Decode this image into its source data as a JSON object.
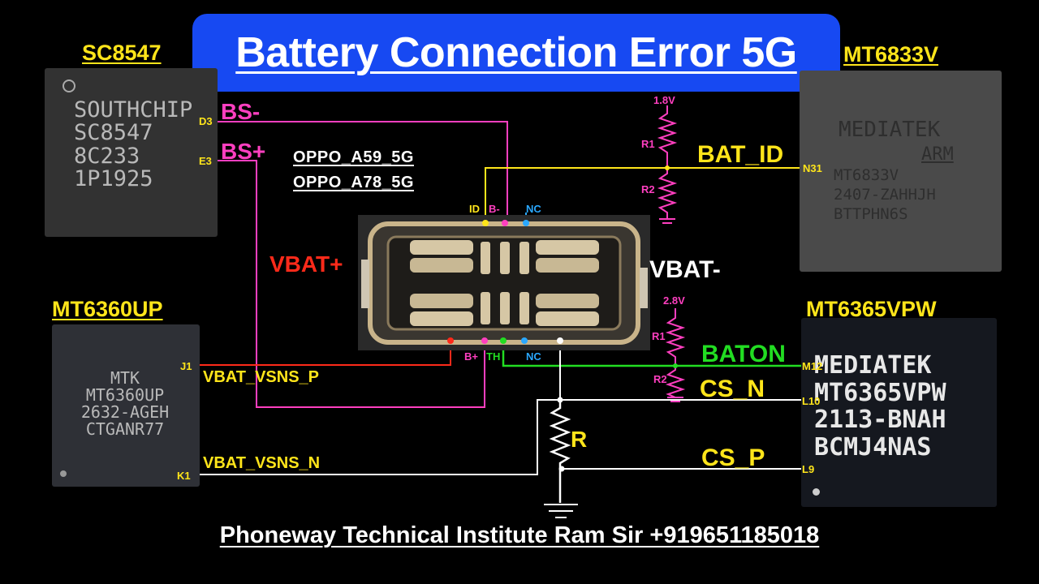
{
  "title": "Battery Connection Error 5G",
  "footer": "Phoneway Technical Institute Ram Sir +919651185018",
  "models": [
    "OPPO_A59_5G",
    "OPPO_A78_5G"
  ],
  "chips": {
    "sc8547": {
      "label": "SC8547",
      "marking": [
        "SOUTHCHIP",
        "SC8547",
        "8C233",
        "1P1925"
      ],
      "pins": [
        "D3",
        "E3"
      ]
    },
    "mt6833v": {
      "label": "MT6833V",
      "marking": [
        "MEDIATEK",
        "ARM",
        "MT6833V",
        "2407-ZAHHJH",
        "BTTPHN6S"
      ],
      "pins": [
        "N31"
      ]
    },
    "mt6360up": {
      "label": "MT6360UP",
      "marking": [
        "MTK",
        "MT6360UP",
        "2632-AGEH",
        "CTGANR77"
      ],
      "pins": [
        "J1",
        "K1"
      ]
    },
    "mt6365vpw": {
      "label": "MT6365VPW",
      "marking": [
        "MEDIATEK",
        "MT6365VPW",
        "2113-BNAH",
        "BCMJ4NAS"
      ],
      "pins": [
        "M12",
        "L10",
        "L9"
      ]
    }
  },
  "signals": {
    "bs_minus": "BS-",
    "bs_plus": "BS+",
    "vbat_plus": "VBAT+",
    "vbat_minus": "VBAT-",
    "bat_id": "BAT_ID",
    "baton": "BATON",
    "cs_n": "CS_N",
    "cs_p": "CS_P",
    "vbat_vsns_p": "VBAT_VSNS_P",
    "vbat_vsns_n": "VBAT_VSNS_N"
  },
  "connector_pins": {
    "top": [
      "ID",
      "B-",
      "NC"
    ],
    "bottom": [
      "B+",
      "TH",
      "NC"
    ]
  },
  "resistors": {
    "bat_id": {
      "voltage": "1.8V",
      "r1": "R1",
      "r2": "R2"
    },
    "baton": {
      "voltage": "2.8V",
      "r1": "R1",
      "r2": "R2"
    },
    "sense": "R"
  },
  "colors": {
    "title_bg": "#1749f2",
    "yellow": "#ffe51a",
    "magenta": "#ff3fc0",
    "red": "#ff2a1a",
    "green": "#22dd22",
    "blue": "#2aa8ff",
    "white": "#ffffff"
  }
}
